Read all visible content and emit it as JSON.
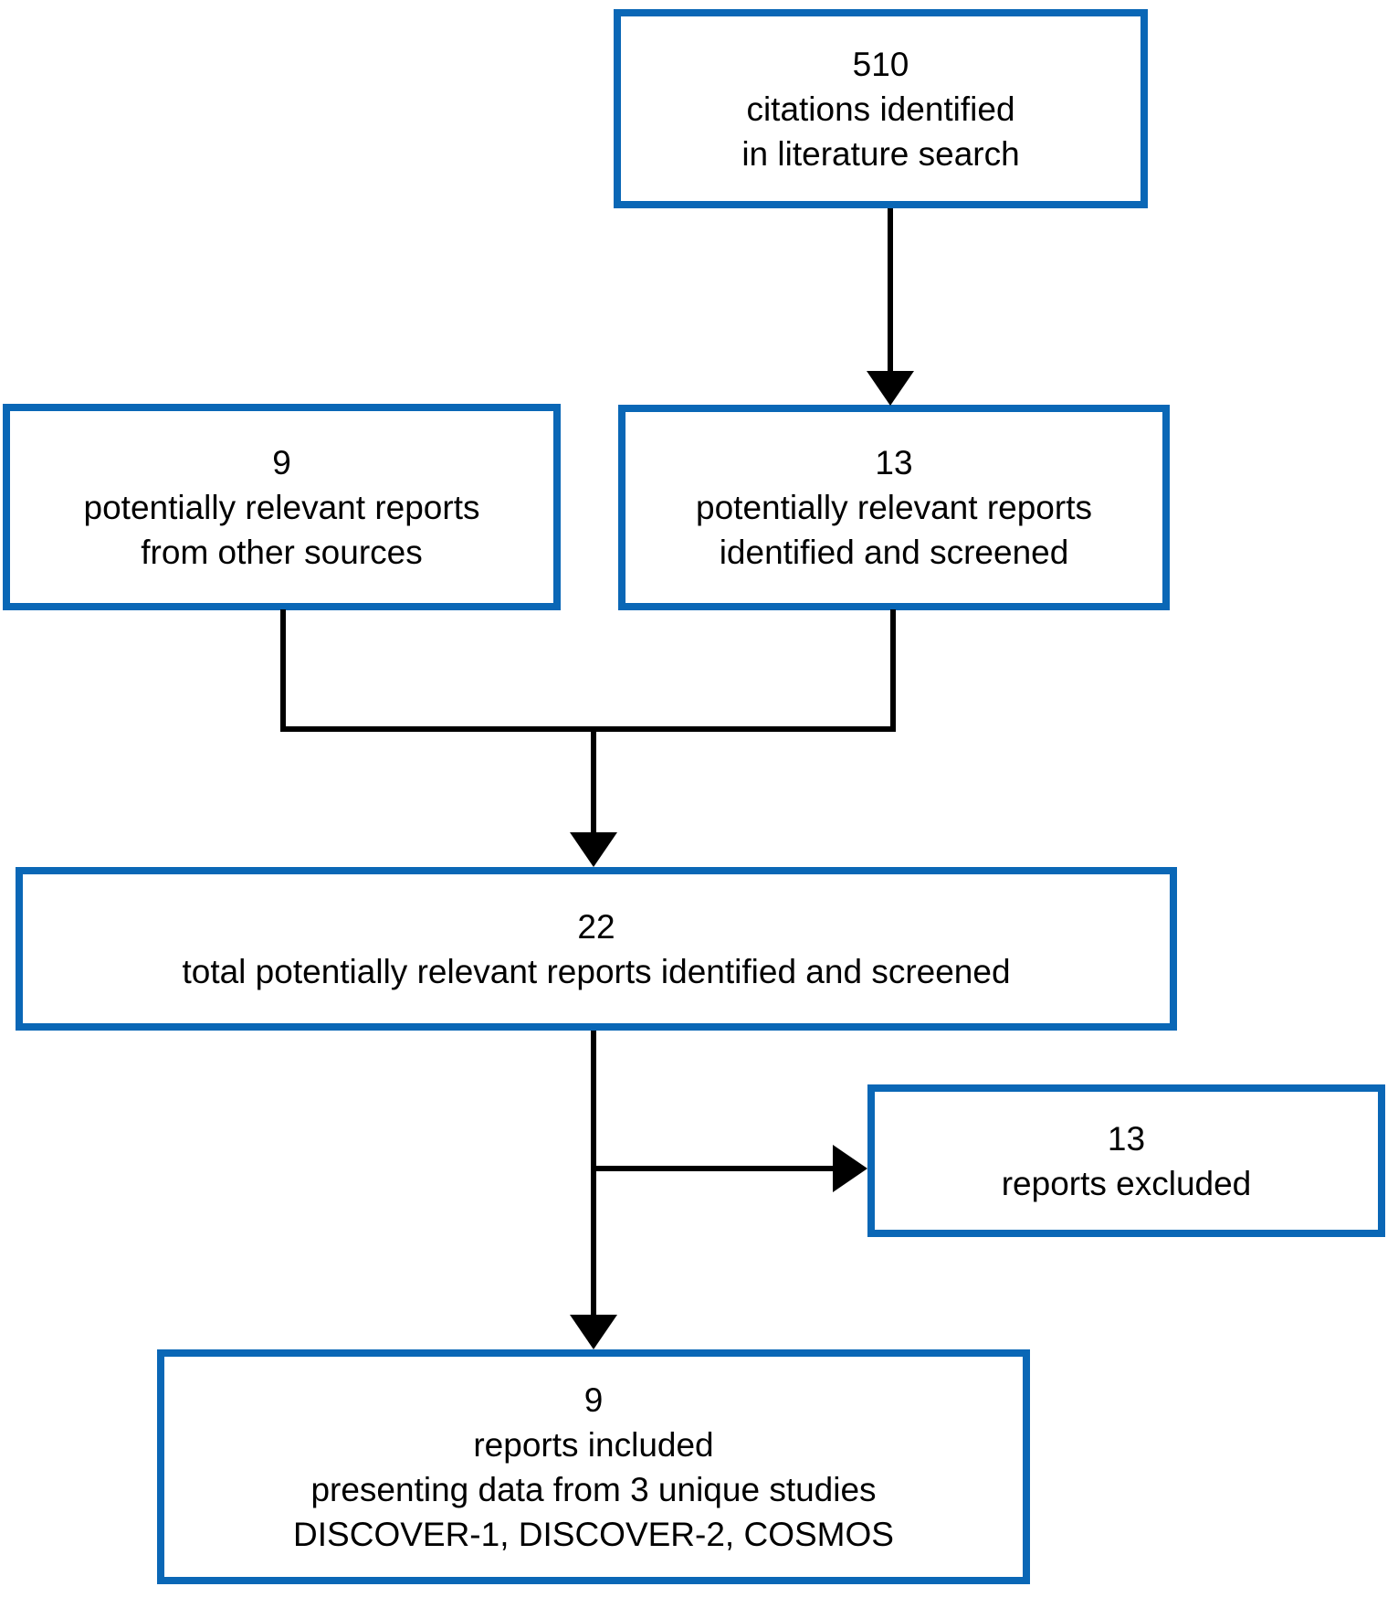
{
  "diagram": {
    "type": "flowchart",
    "colors": {
      "box_border": "#0a67b6",
      "connector": "#000000",
      "text": "#000000",
      "box_fill": "#ffffff"
    },
    "boxes": [
      {
        "id": "citations",
        "lines": [
          "510",
          "citations identified",
          "in literature search"
        ]
      },
      {
        "id": "other_sources",
        "lines": [
          "9",
          "potentially relevant reports",
          "from other sources"
        ]
      },
      {
        "id": "screened",
        "lines": [
          "13",
          "potentially relevant reports",
          "identified and screened"
        ]
      },
      {
        "id": "total",
        "lines": [
          "22",
          "total potentially relevant reports identified and screened"
        ]
      },
      {
        "id": "excluded",
        "lines": [
          "13",
          "reports excluded"
        ]
      },
      {
        "id": "included",
        "lines": [
          "9",
          "reports included",
          "presenting data from 3 unique studies",
          "DISCOVER-1, DISCOVER-2, COSMOS"
        ]
      }
    ]
  }
}
